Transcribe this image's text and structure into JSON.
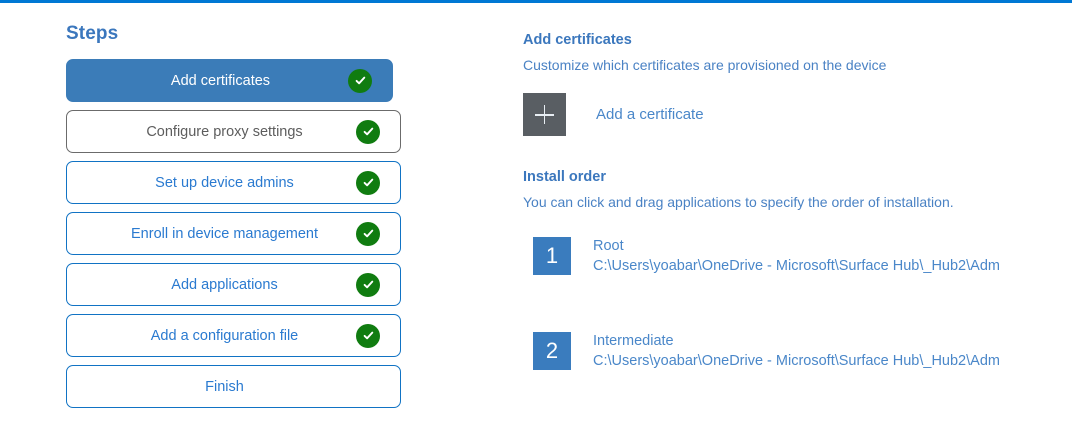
{
  "accent_color": "#0078d4",
  "steps_panel": {
    "title": "Steps",
    "items": [
      {
        "label": "Add certificates",
        "state": "active",
        "completed": true
      },
      {
        "label": "Configure proxy settings",
        "state": "muted",
        "completed": true
      },
      {
        "label": "Set up device admins",
        "state": "default",
        "completed": true
      },
      {
        "label": "Enroll in device management",
        "state": "default",
        "completed": true
      },
      {
        "label": "Add applications",
        "state": "default",
        "completed": true
      },
      {
        "label": "Add a configuration file",
        "state": "default",
        "completed": true
      },
      {
        "label": "Finish",
        "state": "default",
        "completed": false
      }
    ]
  },
  "detail": {
    "heading": "Add certificates",
    "subheading": "Customize which certificates are provisioned on the device",
    "add_certificate_label": "Add a certificate",
    "add_icon": "plus-icon",
    "install_order": {
      "heading": "Install order",
      "subheading": "You can click and drag applications to specify the order of installation.",
      "items": [
        {
          "number": "1",
          "name": "Root",
          "path": "C:\\Users\\yoabar\\OneDrive - Microsoft\\Surface Hub\\_Hub2\\Adm"
        },
        {
          "number": "2",
          "name": "Intermediate",
          "path": "C:\\Users\\yoabar\\OneDrive - Microsoft\\Surface Hub\\_Hub2\\Adm"
        }
      ]
    }
  }
}
